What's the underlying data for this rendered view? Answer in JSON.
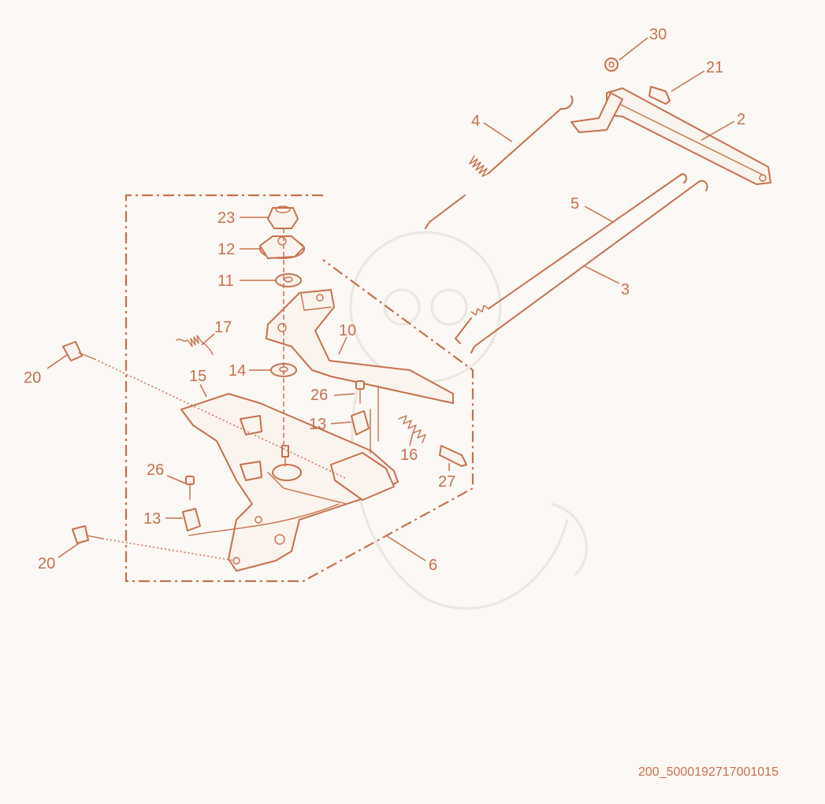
{
  "diagram": {
    "figure_id": "200_5000192717001015",
    "callouts": {
      "c30": "30",
      "c21": "21",
      "c2": "2",
      "c4": "4",
      "c5": "5",
      "c3": "3",
      "c23": "23",
      "c12": "12",
      "c11": "11",
      "c17": "17",
      "c10": "10",
      "c14": "14",
      "c15": "15",
      "c26a": "26",
      "c13a": "13",
      "c16": "16",
      "c27": "27",
      "c26b": "26",
      "c13b": "13",
      "c20a": "20",
      "c20b": "20",
      "c6": "6"
    },
    "colors": {
      "line": "#c8704d",
      "background": "#fbf8f5",
      "watermark": "#ece6e1"
    }
  }
}
